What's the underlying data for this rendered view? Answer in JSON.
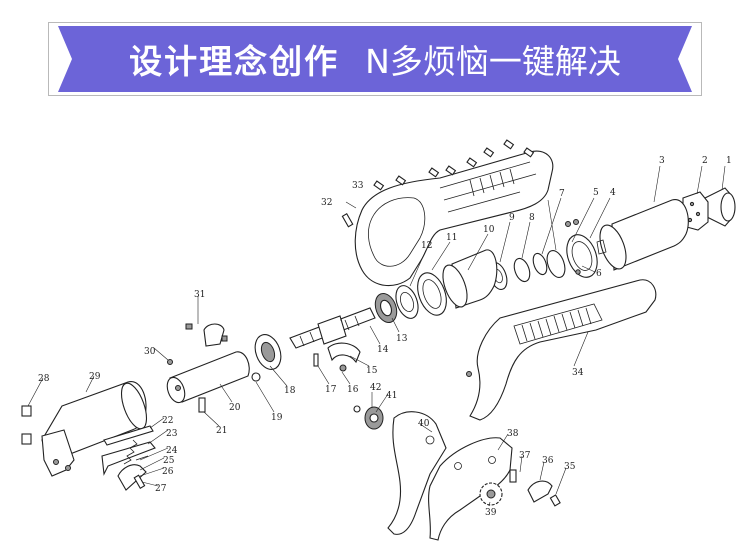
{
  "banner": {
    "title": "设计理念创作",
    "subtitle": "N多烦恼一键解决",
    "bg_color": "#6c64d8",
    "frame_color": "#b9b9b9"
  },
  "diagram": {
    "part_numbers": [
      "1",
      "2",
      "3",
      "4",
      "5",
      "6",
      "7",
      "8",
      "9",
      "10",
      "11",
      "12",
      "13",
      "14",
      "15",
      "16",
      "17",
      "18",
      "19",
      "20",
      "21",
      "22",
      "23",
      "24",
      "25",
      "26",
      "27",
      "28",
      "29",
      "30",
      "31",
      "32",
      "33",
      "34",
      "35",
      "36",
      "37",
      "38",
      "39",
      "40",
      "41",
      "42"
    ]
  }
}
